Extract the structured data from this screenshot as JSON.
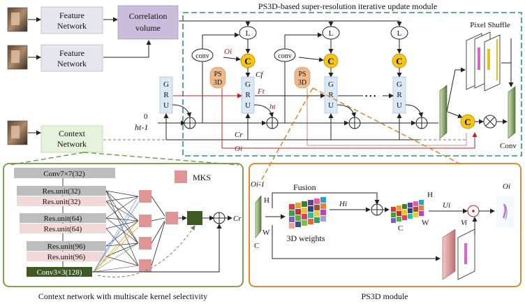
{
  "colors": {
    "feature_box": "#e6e6ef",
    "corr_box": "#c9bedc",
    "context_box": "#e6f2dc",
    "teal": "#2e8c90",
    "green_frame": "#6e9a3c",
    "orange_frame": "#e07b1e",
    "yellow": "#f4c61a",
    "gru": "#dbe8f6",
    "ps3d": "#f0b98a",
    "mks": "#df9595",
    "dark_green": "#3d5a22",
    "red_line": "#c02020"
  },
  "top": {
    "feature_network_1": [
      "Feature",
      "Network"
    ],
    "feature_network_2": [
      "Feature",
      "Network"
    ],
    "correlation_volume": [
      "Correlation",
      "volume"
    ],
    "context_network": [
      "Context",
      "Network"
    ],
    "module_title": "PS3D-based super-resolution iterative update module",
    "pixel_shuffle": "Pixel Shuffle",
    "conv_out": "Conv",
    "zero": "0",
    "ht_1": "ht-1",
    "lookup": "L",
    "concat": "C",
    "conv_small": "conv",
    "ps3d": [
      "PS",
      "3D"
    ],
    "gru": [
      "G",
      "R",
      "U"
    ],
    "oi": "Oi",
    "cf": "Cf",
    "ft": "Ft",
    "ht": "ht",
    "cr": "Cr",
    "ellipsis": "• • •"
  },
  "context_panel": {
    "layers": [
      "Conv7×7(32)",
      "Res.unit(32)",
      "Res.unit(32)",
      "Res.unit(64)",
      "Res.unit(64)",
      "Res.unit(96)",
      "Res.unit(96)",
      "Conv3×3(128)"
    ],
    "mks_legend": "MKS",
    "cr": "Cr",
    "caption": "Context network with multiscale kernel selectivity"
  },
  "ps3d_panel": {
    "oi_1": "Oi-1",
    "h": "H",
    "w": "W",
    "c": "C",
    "fusion": "Fusion",
    "hi": "Hi",
    "weights_3d": "3D weights",
    "h2": "H",
    "c2": "C",
    "w2": "W",
    "ui": "Ui",
    "vi": "Vi",
    "oi": "Oi",
    "caption": "PS3D module"
  }
}
